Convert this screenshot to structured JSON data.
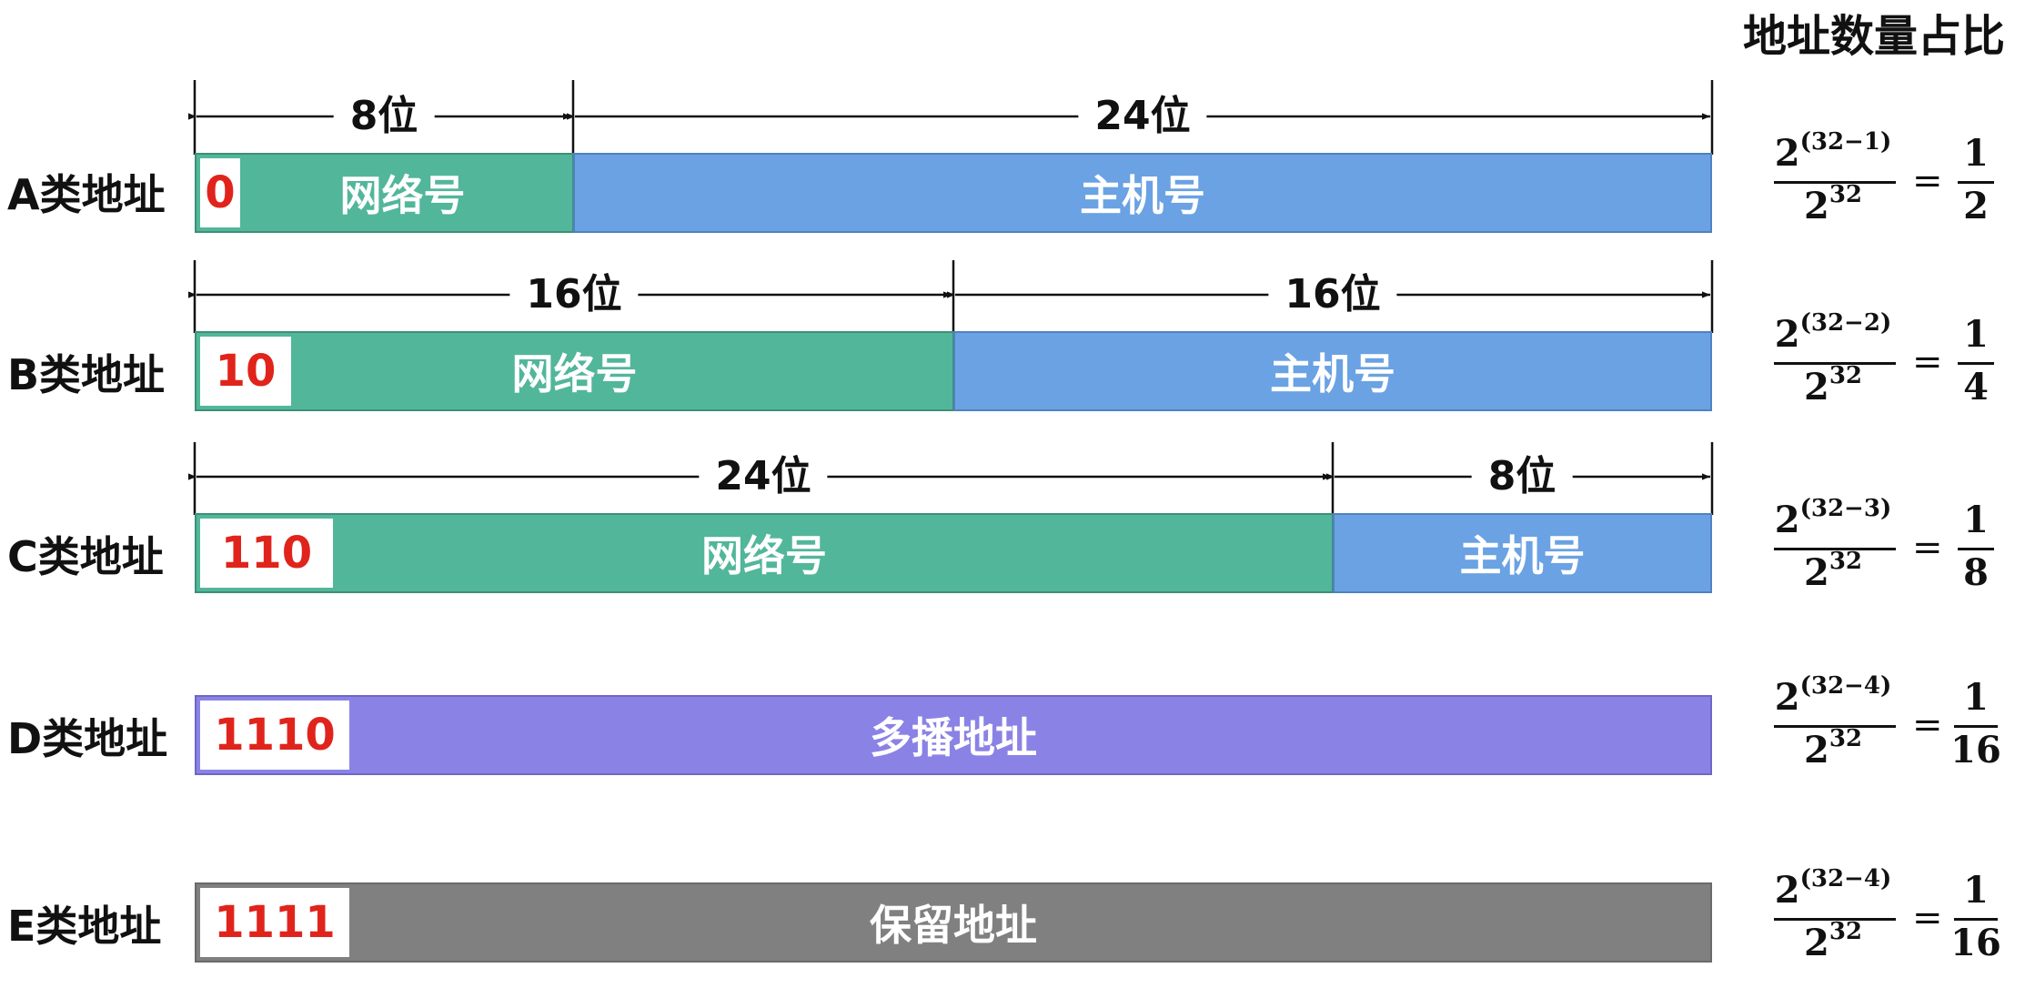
{
  "heading": "地址数量占比",
  "rows": [
    {
      "class_label": "A类地址",
      "prefix": "0",
      "dimensions": [
        "8位",
        "24位"
      ],
      "segments": [
        "网络号",
        "主机号"
      ],
      "ratio": {
        "numerator_base": "2",
        "numerator_exp": "(32−1)",
        "denominator_base": "2",
        "denominator_exp": "32",
        "equals": "=",
        "result_numerator": "1",
        "result_denominator": "2"
      }
    },
    {
      "class_label": "B类地址",
      "prefix": "10",
      "dimensions": [
        "16位",
        "16位"
      ],
      "segments": [
        "网络号",
        "主机号"
      ],
      "ratio": {
        "numerator_base": "2",
        "numerator_exp": "(32−2)",
        "denominator_base": "2",
        "denominator_exp": "32",
        "equals": "=",
        "result_numerator": "1",
        "result_denominator": "4"
      }
    },
    {
      "class_label": "C类地址",
      "prefix": "110",
      "dimensions": [
        "24位",
        "8位"
      ],
      "segments": [
        "网络号",
        "主机号"
      ],
      "ratio": {
        "numerator_base": "2",
        "numerator_exp": "(32−3)",
        "denominator_base": "2",
        "denominator_exp": "32",
        "equals": "=",
        "result_numerator": "1",
        "result_denominator": "8"
      }
    },
    {
      "class_label": "D类地址",
      "prefix": "1110",
      "segments": [
        "多播地址"
      ],
      "ratio": {
        "numerator_base": "2",
        "numerator_exp": "(32−4)",
        "denominator_base": "2",
        "denominator_exp": "32",
        "equals": "=",
        "result_numerator": "1",
        "result_denominator": "16"
      }
    },
    {
      "class_label": "E类地址",
      "prefix": "1111",
      "segments": [
        "保留地址"
      ],
      "ratio": {
        "numerator_base": "2",
        "numerator_exp": "(32−4)",
        "denominator_base": "2",
        "denominator_exp": "32",
        "equals": "=",
        "result_numerator": "1",
        "result_denominator": "16"
      }
    }
  ],
  "colors": {
    "network": "#52b69a",
    "host": "#6aa2e3",
    "multicast": "#8b82e6",
    "reserved": "#808080",
    "prefix_text": "#e0241c"
  }
}
